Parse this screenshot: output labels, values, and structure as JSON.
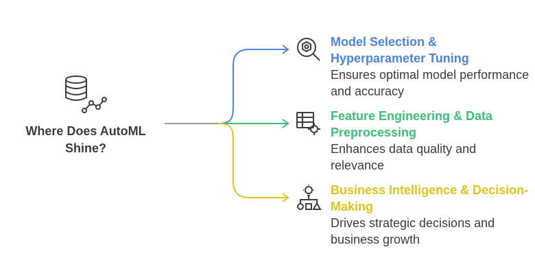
{
  "root": {
    "label": "Where Does AutoML Shine?",
    "icon": "database-network-icon"
  },
  "branches": [
    {
      "title": "Model Selection & Hyperparameter Tuning",
      "description": "Ensures optimal model performance and accuracy",
      "color": "#4a86e0",
      "icon": "model-search-icon"
    },
    {
      "title": "Feature Engineering & Data Preprocessing",
      "description": "Enhances data quality and relevance",
      "color": "#3cbf76",
      "icon": "table-gear-icon"
    },
    {
      "title": "Business Intelligence & Decision-Making",
      "description": "Drives strategic decisions and business growth",
      "color": "#e0c416",
      "icon": "idea-shapes-icon"
    }
  ],
  "colors": {
    "trunk": "#9a9a9a",
    "text": "#3c3c3c"
  }
}
